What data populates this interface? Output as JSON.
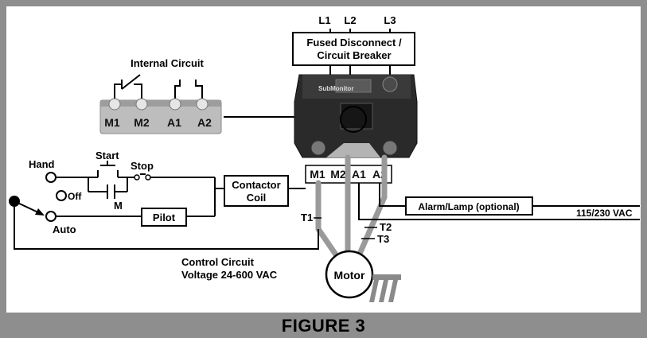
{
  "figure": {
    "caption": "FIGURE 3"
  },
  "supply": {
    "lines": [
      "L1",
      "L2",
      "L3"
    ],
    "disconnect_line1": "Fused Disconnect /",
    "disconnect_line2": "Circuit Breaker"
  },
  "internal_circuit": {
    "title": "Internal Circuit",
    "terminals": [
      "M1",
      "M2",
      "A1",
      "A2"
    ]
  },
  "device": {
    "brand": "SubMonitor",
    "terminals": [
      "M1",
      "M2",
      "A1",
      "A2"
    ]
  },
  "control": {
    "hand": "Hand",
    "off": "Off",
    "auto": "Auto",
    "start": "Start",
    "stop": "Stop",
    "aux_contact": "M",
    "pilot": "Pilot",
    "contactor_line1": "Contactor",
    "contactor_line2": "Coil",
    "voltage_line1": "Control Circuit",
    "voltage_line2": "Voltage 24-600 VAC"
  },
  "alarm": {
    "label": "Alarm/Lamp (optional)",
    "supply": "115/230 VAC"
  },
  "motor": {
    "label": "Motor",
    "leads": [
      "T1",
      "T2",
      "T3"
    ]
  },
  "colors": {
    "frame": "#8e8e8e",
    "panel": "#ffffff",
    "motor_leads": "#9a9a9a",
    "device_body": "#2a2a2a"
  }
}
